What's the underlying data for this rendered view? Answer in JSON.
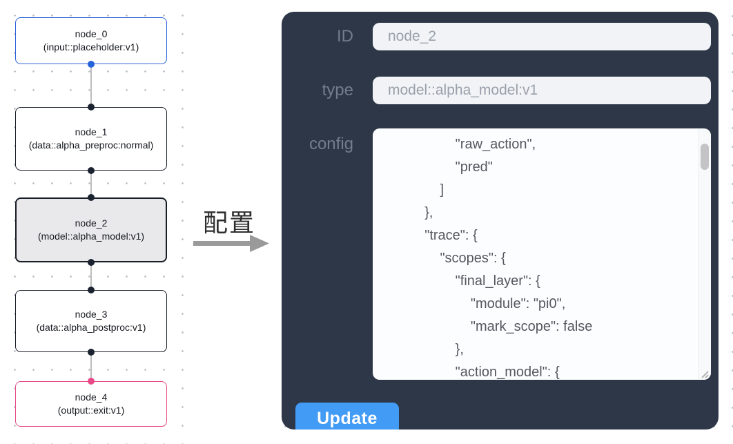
{
  "flowchart": {
    "nodes": [
      {
        "label": "node_0",
        "sublabel": "(input::placeholder:v1)",
        "variant": "input"
      },
      {
        "label": "node_1",
        "sublabel": "(data::alpha_preproc:normal)",
        "variant": "default"
      },
      {
        "label": "node_2",
        "sublabel": "(model::alpha_model:v1)",
        "variant": "selected"
      },
      {
        "label": "node_3",
        "sublabel": "(data::alpha_postproc:v1)",
        "variant": "default"
      },
      {
        "label": "node_4",
        "sublabel": "(output::exit:v1)",
        "variant": "output"
      }
    ]
  },
  "arrow": {
    "label": "配置"
  },
  "panel": {
    "fields": {
      "id": {
        "label": "ID",
        "value": "node_2"
      },
      "type": {
        "label": "type",
        "value": "model::alpha_model:v1"
      },
      "config": {
        "label": "config",
        "value": "            \"raw_action\",\n            \"pred\"\n        ]\n    },\n    \"trace\": {\n        \"scopes\": {\n            \"final_layer\": {\n                \"module\": \"pi0\",\n                \"mark_scope\": false\n            },\n            \"action_model\": {"
      }
    },
    "update_button_label": "Update"
  },
  "colors": {
    "panel_bg": "#2d3748",
    "button_blue": "#429bf5",
    "input_node_border": "#2a62d9",
    "output_node_border": "#e94a87",
    "selected_node_bg": "#e9e9eb",
    "default_node_border": "#171c26",
    "port_blue": "#2563d9",
    "port_dark": "#1b2230",
    "port_pink": "#e94a87"
  }
}
